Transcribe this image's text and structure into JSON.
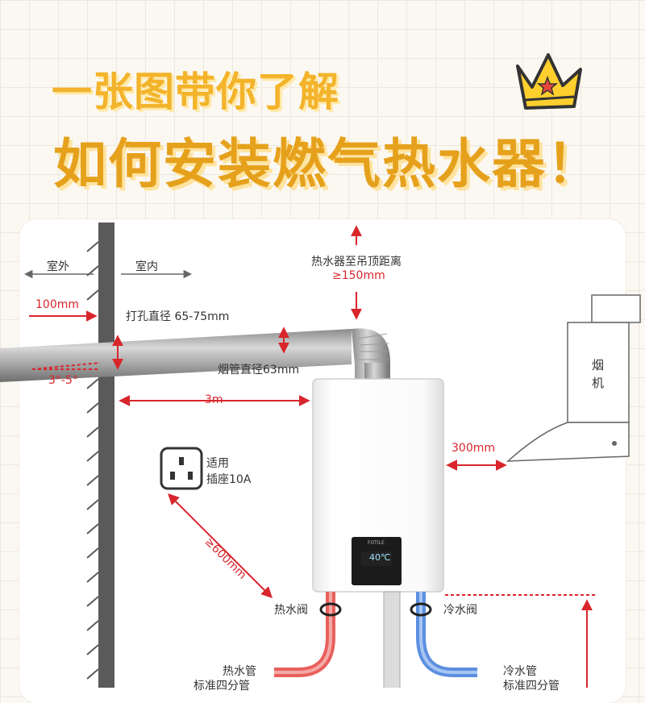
{
  "header": {
    "title_line1": "一张图带你了解",
    "title_line2": "如何安装燃气热水器！"
  },
  "labels": {
    "outdoor": "室外",
    "indoor": "室内",
    "ceiling_distance_title": "热水器至吊顶距离",
    "ceiling_distance_value": "≥150mm",
    "outdoor_extension": "100mm",
    "hole_diameter": "打孔直径 65-75mm",
    "flue_diameter": "烟管直径63mm",
    "slope": "3°-5°",
    "wall_distance": "3m",
    "range_hood": "烟机",
    "hood_distance": "300mm",
    "socket_line1": "适用",
    "socket_line2": "插座10A",
    "socket_distance": "≥600mm",
    "hot_valve": "热水阀",
    "cold_valve": "冷水阀",
    "hot_pipe_line1": "热水管",
    "hot_pipe_line2": "标准四分管",
    "cold_pipe_line1": "冷水管",
    "cold_pipe_line2": "标准四分管",
    "display_temp": "40℃",
    "display_brand": "FOTILE"
  },
  "colors": {
    "title": "#f3b32a",
    "dimension_red": "#d8262c",
    "hot_pipe": "#e8605c",
    "cold_pipe": "#5c8fe0",
    "wall": "#555555"
  }
}
